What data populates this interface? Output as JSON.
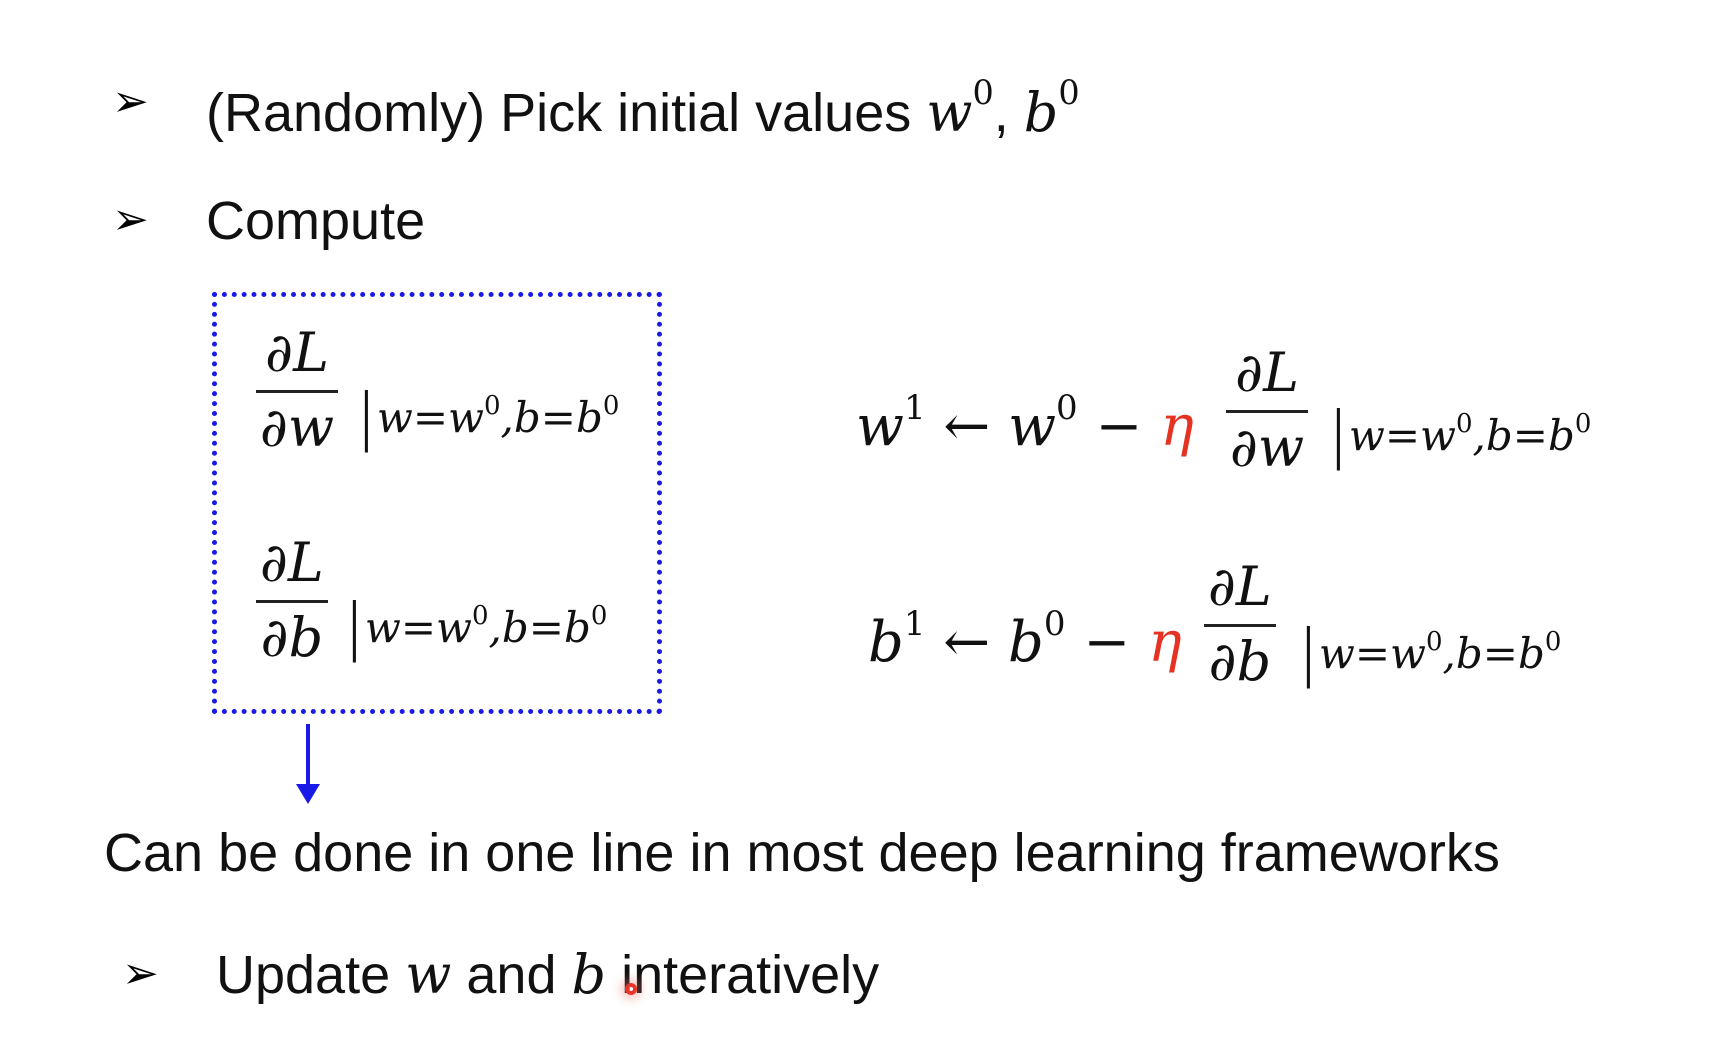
{
  "bullets": {
    "symbol": "➢",
    "step1": {
      "text": "(Randomly) Pick initial values ",
      "var_w": "w",
      "sup_w": "0",
      "sep": ", ",
      "var_b": "b",
      "sup_b": "0"
    },
    "step2": {
      "text": "Compute"
    },
    "step3": {
      "text_before": "Update ",
      "var_w": "w",
      "text_and": " and ",
      "var_b": "b",
      "text_after": " interatively"
    }
  },
  "gradients": {
    "dL_dw": {
      "num": "∂L",
      "den": "∂w"
    },
    "dL_db": {
      "num": "∂L",
      "den": "∂b"
    },
    "eval": {
      "bar": "|",
      "w": "w=w",
      "sup1": "0",
      "mid": ",b=b",
      "sup2": "0"
    }
  },
  "updates": {
    "w_update": {
      "lhs": "w",
      "lhs_sup": "1",
      "arrow": " ← ",
      "rhs": "w",
      "rhs_sup": "0",
      "minus": " − ",
      "eta": "η"
    },
    "b_update": {
      "lhs": "b",
      "lhs_sup": "1",
      "arrow": " ← ",
      "rhs": "b",
      "rhs_sup": "0",
      "minus": " − ",
      "eta": "η"
    }
  },
  "note": "Can be done in one line in most deep learning frameworks",
  "colors": {
    "box_border": "#1a1ae6",
    "eta": "#e53222",
    "cursor": "#e8352a"
  }
}
